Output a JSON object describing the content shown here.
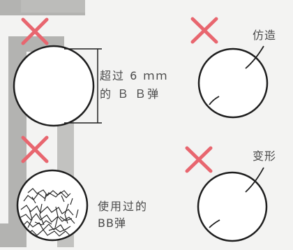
{
  "panels": [
    {
      "id": "oversize",
      "mark": "cross-icon",
      "label_lines": [
        "超过 6 ｍｍ",
        "的 Ｂ Ｂ弹"
      ]
    },
    {
      "id": "imitation",
      "mark": "cross-icon",
      "label_lines": [
        "仿造"
      ]
    },
    {
      "id": "deformed",
      "mark": "cross-icon",
      "label_lines": [
        "变形"
      ]
    },
    {
      "id": "used",
      "mark": "cross-icon",
      "label_lines": [
        "使用过的",
        "BB弹"
      ]
    }
  ],
  "colors": {
    "cross": "#e8666f",
    "outline": "#1e1e1e",
    "frame": "#b3b3b1",
    "background": "#f3f3f2",
    "text": "#4a4a4a"
  }
}
